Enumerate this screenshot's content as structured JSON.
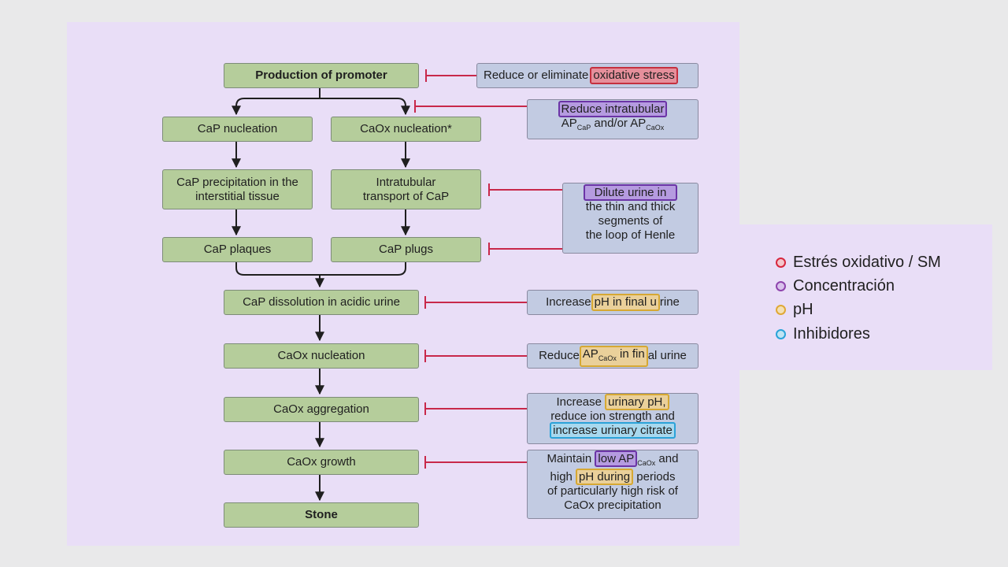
{
  "flow": {
    "production": "Production of promoter",
    "cap_nucleation": "CaP nucleation",
    "caox_nucleation_star": "CaOx nucleation*",
    "cap_precip_1": "CaP precipitation in the",
    "cap_precip_2": "interstitial tissue",
    "intratubular_1": "Intratubular",
    "intratubular_2": "transport of CaP",
    "cap_plaques": "CaP plaques",
    "cap_plugs": "CaP plugs",
    "cap_dissolution": "CaP dissolution in acidic urine",
    "caox_nucleation": "CaOx nucleation",
    "caox_aggregation": "CaOx aggregation",
    "caox_growth": "CaOx growth",
    "stone": "Stone"
  },
  "interventions": {
    "n1_pre": "Reduce or eliminate",
    "n1_hl": "oxidative stress",
    "n2_hl": "Reduce intratubular",
    "n2_ap1": "AP",
    "n2_sub1": "CaP",
    "n2_mid": " and/or ",
    "n2_ap2": "AP",
    "n2_sub2": "CaOx",
    "n3_hl": "Dilute urine in",
    "n3_l2": "the thin and thick",
    "n3_l3": "segments of",
    "n3_l4": "the loop of Henle",
    "n4_pre": "Increase",
    "n4_hl": "pH in final u",
    "n4_post": "rine",
    "n5_pre": "Reduce",
    "n5_hl_ap": "AP",
    "n5_hl_sub": "CaOx",
    "n5_hl_post": " in fin",
    "n5_post": "al urine",
    "n6_pre": "Increase",
    "n6_hl1": "urinary pH,",
    "n6_l2": "reduce ion strength and",
    "n6_hl2": "increase urinary citrate",
    "n7_pre": "Maintain",
    "n7_hl1": "low AP",
    "n7_sub": "CaOx",
    "n7_post1": " and",
    "n7_l2_pre": "high",
    "n7_hl2": "pH during",
    "n7_l2_post": " periods",
    "n7_l3": "of particularly high risk of",
    "n7_l4": "CaOx precipitation"
  },
  "legend": {
    "items": [
      {
        "label": "Estrés oxidativo / SM",
        "color": "#d7263d"
      },
      {
        "label": "Concentración",
        "color": "#8e44ad"
      },
      {
        "label": "pH",
        "color": "#e0a836"
      },
      {
        "label": "Inhibidores",
        "color": "#29a3d9"
      }
    ]
  },
  "colors": {
    "inhibit_line": "#c8284a",
    "arrow": "#1f1f1f",
    "flow_box": "#b5cd9b",
    "note_box": "#c2cbe2"
  }
}
